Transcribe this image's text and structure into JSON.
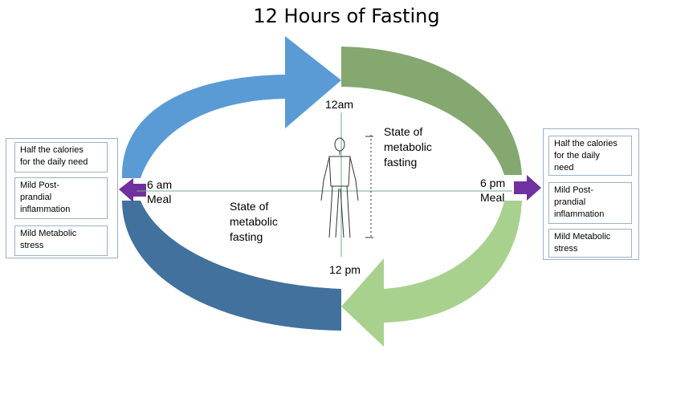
{
  "title": "12 Hours of Fasting",
  "labels": {
    "top": "12am",
    "bottom": "12 pm",
    "left_time": "6 am",
    "left_meal": "Meal",
    "right_time": "6 pm",
    "right_meal": "Meal",
    "state_upper": [
      "State of",
      "metabolic",
      "fasting"
    ],
    "state_lower": [
      "State of",
      "metabolic",
      "fasting"
    ]
  },
  "left_panel": {
    "boxes": [
      [
        "Half the calories",
        "for the daily need"
      ],
      [
        "Mild Post-",
        "prandial",
        "inflammation"
      ],
      [
        "Mild Metabolic",
        "stress"
      ]
    ]
  },
  "right_panel": {
    "boxes": [
      [
        "Half the calories",
        "for the daily",
        "need"
      ],
      [
        "Mild Post-",
        "prandial",
        "inflammation"
      ],
      [
        "Mild Metabolic",
        "stress"
      ]
    ]
  },
  "colors": {
    "blue_arrow": "#5b9bd5",
    "dark_blue_arc": "#41719c",
    "dark_green_arc": "#84a870",
    "light_green_arrow": "#a9d18e",
    "purple_arrow": "#7030a0",
    "axis_line": "#70ad90",
    "panel_border": "#9bb1c7"
  },
  "icons": [
    "human-figure-icon"
  ]
}
